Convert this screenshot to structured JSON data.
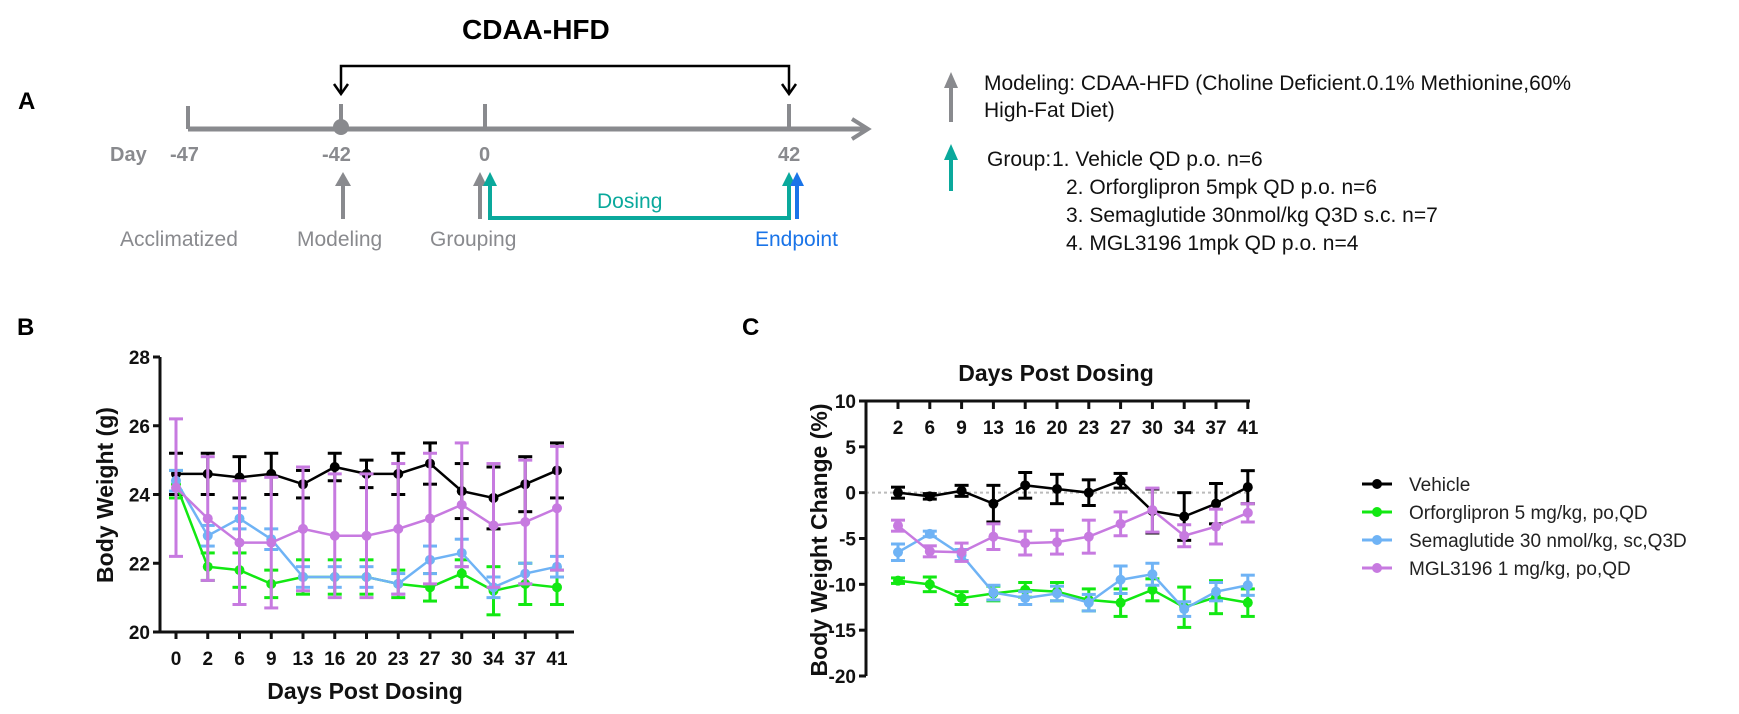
{
  "panels": {
    "a": {
      "letter": "A",
      "title": "CDAA-HFD",
      "day_label": "Day",
      "days": [
        "-47",
        "-42",
        "0",
        "42"
      ],
      "events": {
        "acclimatized": "Acclimatized",
        "modeling": "Modeling",
        "grouping": "Grouping",
        "dosing": "Dosing",
        "endpoint": "Endpoint"
      },
      "legend": {
        "modeling_line1": "Modeling:  CDAA-HFD (Choline Deficient.0.1% Methionine,60%",
        "modeling_line2": "High-Fat Diet)",
        "group_prefix": "Group:",
        "groups": [
          "1. Vehicle QD p.o. n=6",
          "2. Orforglipron 5mpk QD p.o. n=6",
          "3. Semaglutide 30nmol/kg Q3D s.c. n=7",
          "4. MGL3196 1mpk QD p.o. n=4"
        ]
      },
      "colors": {
        "grey": "#898a8e",
        "teal": "#0aa99c",
        "blue": "#1a74e8",
        "black": "#000000"
      }
    },
    "b": {
      "letter": "B"
    },
    "c": {
      "letter": "C"
    }
  },
  "legend_c": [
    "Vehicle",
    "Orforglipron 5 mg/kg, po,QD",
    "Semaglutide 30 nmol/kg, sc,Q3D",
    "MGL3196 1 mg/kg, po,QD"
  ],
  "chart_data": [
    {
      "type": "line",
      "panel": "B",
      "title": "",
      "xlabel": "Days Post Dosing",
      "ylabel": "Body Weight (g)",
      "ylim": [
        20,
        28
      ],
      "yticks": [
        "20",
        "22",
        "24",
        "26",
        "28"
      ],
      "categories": [
        "0",
        "2",
        "6",
        "9",
        "13",
        "16",
        "20",
        "23",
        "27",
        "30",
        "34",
        "37",
        "41"
      ],
      "error_bars": true,
      "series": [
        {
          "name": "Vehicle",
          "color": "#000000",
          "values": [
            24.6,
            24.6,
            24.5,
            24.6,
            24.3,
            24.8,
            24.6,
            24.6,
            24.9,
            24.1,
            23.9,
            24.3,
            24.7
          ],
          "errors": [
            0.6,
            0.6,
            0.6,
            0.6,
            0.4,
            0.4,
            0.4,
            0.6,
            0.6,
            0.8,
            0.9,
            0.8,
            0.8
          ]
        },
        {
          "name": "Orforglipron 5 mg/kg, po,QD",
          "color": "#12e812",
          "values": [
            24.3,
            21.9,
            21.8,
            21.4,
            21.6,
            21.6,
            21.6,
            21.4,
            21.3,
            21.7,
            21.2,
            21.4,
            21.3
          ],
          "errors": [
            0.4,
            0.4,
            0.5,
            0.4,
            0.5,
            0.5,
            0.5,
            0.4,
            0.4,
            0.4,
            0.7,
            0.6,
            0.5
          ]
        },
        {
          "name": "Semaglutide 30 nmol/kg, sc,Q3D",
          "color": "#6fb3f5",
          "values": [
            24.4,
            22.8,
            23.3,
            22.7,
            21.6,
            21.6,
            21.6,
            21.4,
            22.1,
            22.3,
            21.3,
            21.7,
            21.9
          ],
          "errors": [
            0.3,
            0.3,
            0.3,
            0.3,
            0.3,
            0.3,
            0.3,
            0.3,
            0.4,
            0.4,
            0.3,
            0.3,
            0.3
          ]
        },
        {
          "name": "MGL3196 1 mg/kg, po,QD",
          "color": "#c77ae0",
          "values": [
            24.2,
            23.3,
            22.6,
            22.6,
            23.0,
            22.8,
            22.8,
            23.0,
            23.3,
            23.7,
            23.1,
            23.2,
            23.6
          ],
          "errors": [
            2.0,
            1.8,
            1.8,
            1.9,
            1.8,
            1.8,
            1.8,
            1.9,
            1.9,
            1.8,
            1.8,
            1.8,
            1.8
          ]
        }
      ]
    },
    {
      "type": "line",
      "panel": "C",
      "title": "Days Post Dosing",
      "xlabel": "Days Post Dosing",
      "ylabel": "Body Weight Change (%)",
      "ylim": [
        -20,
        10
      ],
      "yticks": [
        "-20",
        "-15",
        "-10",
        "-5",
        "0",
        "5",
        "10"
      ],
      "categories": [
        "2",
        "6",
        "9",
        "13",
        "16",
        "20",
        "23",
        "27",
        "30",
        "34",
        "37",
        "41"
      ],
      "x_axis_position": "top",
      "reference_line": 0,
      "error_bars": true,
      "legend_position": "right",
      "series": [
        {
          "name": "Vehicle",
          "color": "#000000",
          "values": [
            0.0,
            -0.4,
            0.2,
            -1.2,
            0.8,
            0.4,
            0.0,
            1.3,
            -2.0,
            -2.6,
            -1.2,
            0.6
          ],
          "errors": [
            0.6,
            0.3,
            0.6,
            2.0,
            1.4,
            1.6,
            1.4,
            0.8,
            2.4,
            2.6,
            2.2,
            1.8
          ]
        },
        {
          "name": "Orforglipron 5 mg/kg, po,QD",
          "color": "#12e812",
          "values": [
            -9.6,
            -10.0,
            -11.5,
            -11.0,
            -10.6,
            -10.8,
            -11.7,
            -12.0,
            -10.6,
            -12.5,
            -11.4,
            -12.0
          ],
          "errors": [
            0.3,
            0.8,
            0.7,
            0.8,
            0.8,
            1.0,
            1.2,
            1.5,
            1.2,
            2.2,
            1.8,
            1.5
          ]
        },
        {
          "name": "Semaglutide 30 nmol/kg, sc,Q3D",
          "color": "#6fb3f5",
          "values": [
            -6.5,
            -4.5,
            -6.8,
            -10.9,
            -11.5,
            -11.0,
            -12.0,
            -9.5,
            -8.9,
            -12.7,
            -10.8,
            -10.1
          ],
          "errors": [
            0.9,
            0.3,
            0.6,
            0.8,
            0.7,
            0.8,
            0.9,
            1.5,
            1.2,
            0.8,
            1.0,
            1.1
          ]
        },
        {
          "name": "MGL3196 1 mg/kg, po,QD",
          "color": "#c77ae0",
          "values": [
            -3.6,
            -6.4,
            -6.5,
            -4.8,
            -5.5,
            -5.4,
            -4.8,
            -3.4,
            -1.9,
            -4.7,
            -3.7,
            -2.2
          ],
          "errors": [
            0.6,
            0.6,
            1.0,
            1.4,
            1.3,
            1.3,
            1.8,
            1.3,
            2.4,
            1.2,
            1.9,
            1.0
          ]
        }
      ]
    }
  ]
}
